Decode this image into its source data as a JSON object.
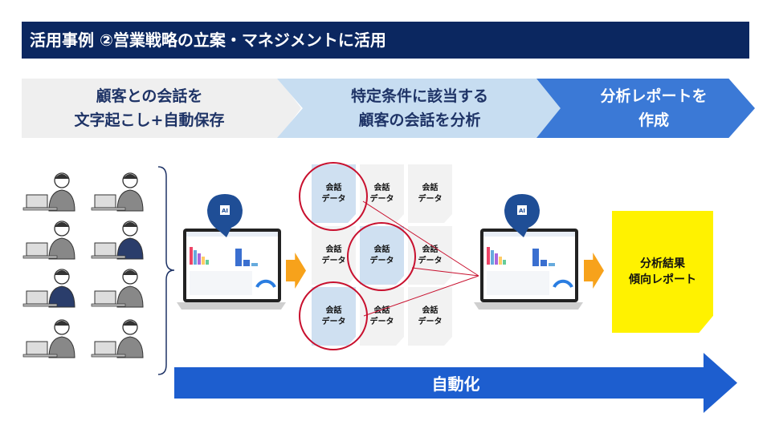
{
  "title": "活用事例 ②営業戦略の立案・マネジメントに活用",
  "steps": [
    {
      "line1": "顧客との会話を",
      "line2": "文字起こし+自動保存"
    },
    {
      "line1": "特定条件に該当する",
      "line2": "顧客の会話を分析"
    },
    {
      "line1": "分析レポートを",
      "line2": "作成"
    }
  ],
  "doc_label": {
    "line1": "会話",
    "line2": "データ"
  },
  "ai_badge": "AI",
  "result_note": {
    "line1": "分析結果",
    "line2": "傾向レポート"
  },
  "automation_label": "自動化",
  "colors": {
    "title_bg": "#0b2760",
    "highlight_circle": "#c8102e",
    "arrow_orange": "#f7a21b",
    "arrow_blue": "#1d5ecf",
    "note": "#fff200"
  }
}
